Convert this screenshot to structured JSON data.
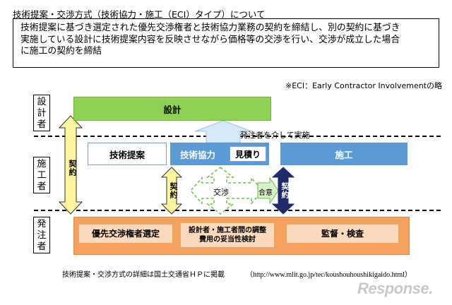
{
  "title": "技術提案・交渉方式（技術協力・施工（ECI）タイプ）について",
  "description": [
    "技術提案に基づき選定された優先交渉権者と技術協力業務の契約を締結し、別の契約に基づき",
    "実施している設計に技術提案内容を反映させながら価格等の交渉を行い、交渉が成立した場合",
    "に施工の契約を締結"
  ],
  "note": "※ECI：Early Contractor Involvementの略",
  "rows": {
    "designer": [
      "設",
      "計",
      "者"
    ],
    "constructor": [
      "施",
      "工",
      "者"
    ],
    "orderer": [
      "発",
      "注",
      "者"
    ]
  },
  "boxes": {
    "design": "設計",
    "tech_proposal": "技術提案",
    "tech_coop": "技術協力",
    "estimate": "見積り",
    "construction": "施工",
    "priority_select": "優先交渉権者選定",
    "adjustment_line1": "設計者・施工者間の調整",
    "adjustment_line2": "費用の妥当性検討",
    "supervision": "監督・検査"
  },
  "labels": {
    "via_orderer": "発注者を介して実施",
    "contract": "契約",
    "negotiation": "交渉",
    "agreement": "合意"
  },
  "footer": {
    "text": "技術提案・交渉方式の詳細は国土交通省ＨＰに掲載",
    "url": "（http://www.mlit.go.jp/tec/koushouhoushikigaido.html）"
  },
  "logo": "Response.",
  "colors": {
    "design_green": "#8ed255",
    "construct_blue": "#5b9bd5",
    "orderer_orange": "#f4a261",
    "contract_arrow_yellow": "#fff5a0",
    "agreement_arrow_navy": "#1f2a6b"
  }
}
